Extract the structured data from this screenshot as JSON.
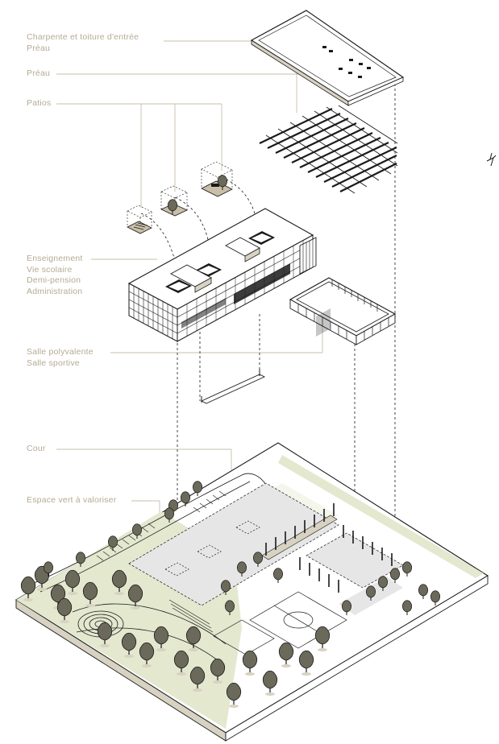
{
  "labels": {
    "charpente": [
      "Charpente et toiture d'entrée",
      "Préau"
    ],
    "preau": [
      "Préau"
    ],
    "patios": [
      "Patios"
    ],
    "enseignement": [
      "Enseignement",
      "Vie scolaire",
      "Demi-pension",
      "Administration"
    ],
    "salle": [
      "Salle polyvalente",
      "Salle sportive"
    ],
    "cour": [
      "Cour"
    ],
    "espace_vert": [
      "Espace vert à valoriser"
    ]
  },
  "colors": {
    "label_text": "#b5ab93",
    "leader_line": "#c9bfa8",
    "ink": "#1a1a1a",
    "hatch_fill": "#d8d2c2",
    "lawn": "#e3e8cf",
    "court": "#e6e6e6",
    "tree": "#6b6a5a"
  },
  "icons": {
    "compass": "north-arrow-icon"
  }
}
